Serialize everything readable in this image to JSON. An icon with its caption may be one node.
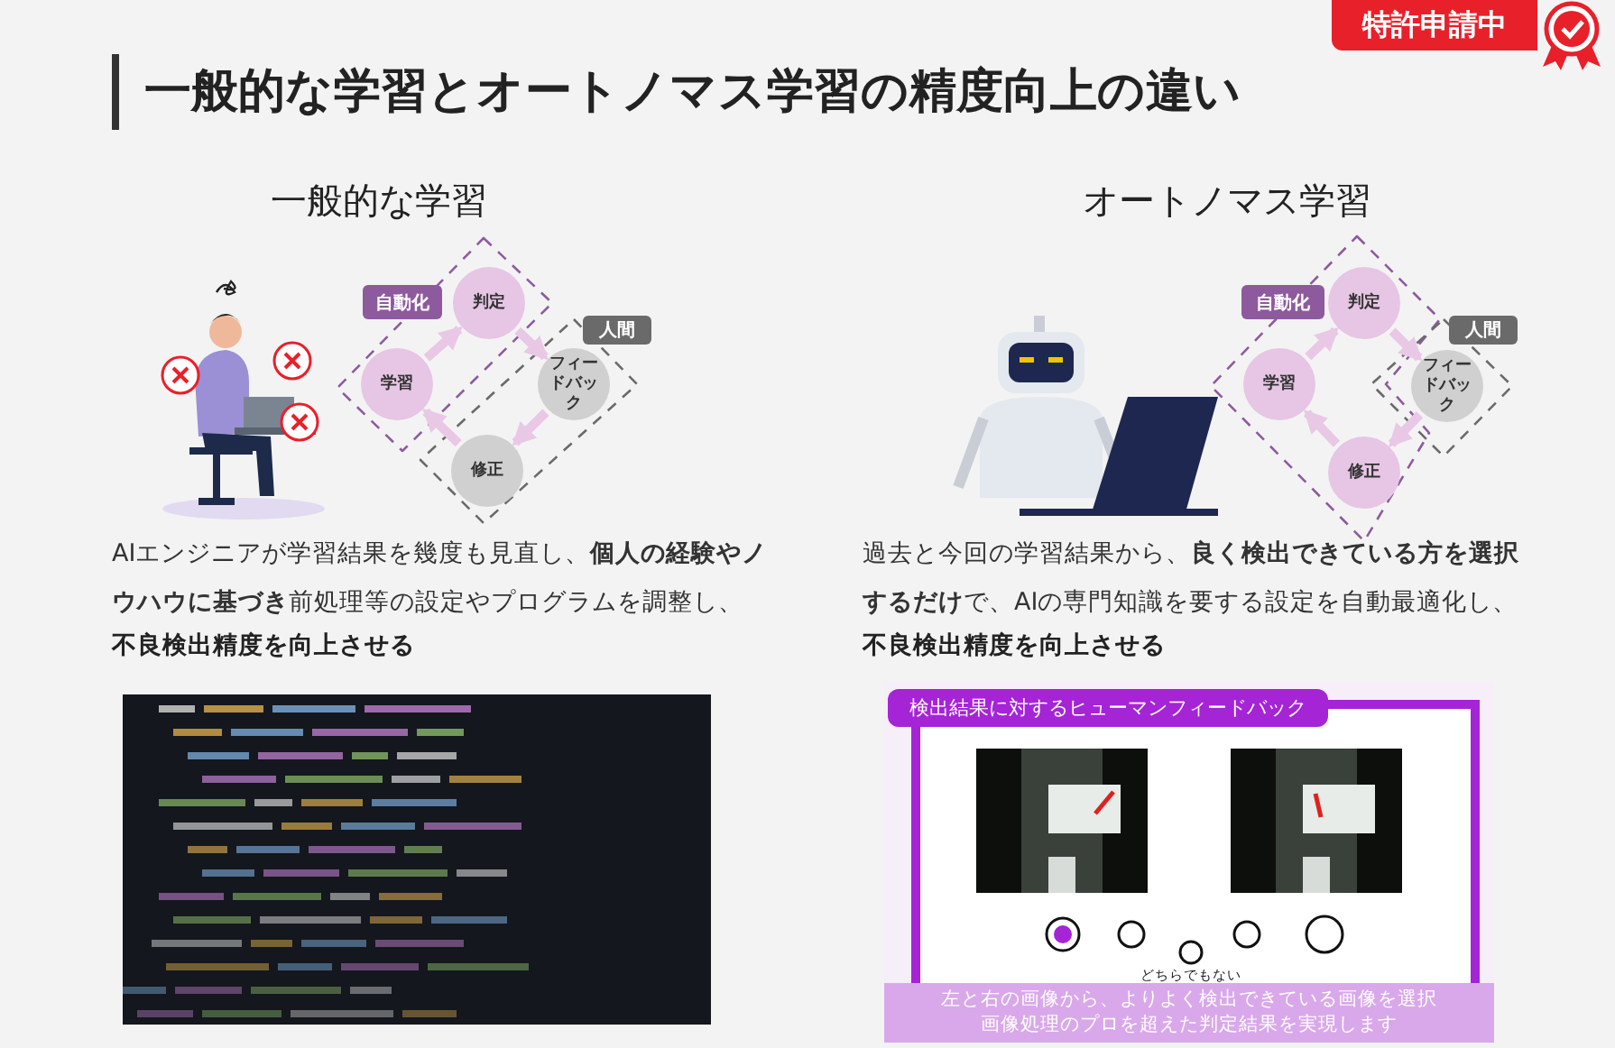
{
  "diagram": {
    "title": "一般的な学習とオートノマス学習の精度向上の違い",
    "nodes": [
      {
        "text": [
          "自動化"
        ]
      },
      {
        "text": [
          "判定"
        ],
        "in": 0
      },
      {
        "text": [
          "学習"
        ],
        "in": 0
      },
      {
        "text": [
          "人間"
        ]
      },
      {
        "text": [
          "フィードバック"
        ],
        "in": 3
      },
      {
        "text": [
          "修正"
        ],
        "in": 3
      },
      {
        "text": [
          "自動化"
        ]
      },
      {
        "text": [
          "判定"
        ],
        "in": 6
      },
      {
        "text": [
          "学習"
        ],
        "in": 6
      },
      {
        "text": [
          "修正"
        ],
        "in": 6
      },
      {
        "text": [
          "人間"
        ]
      },
      {
        "text": [
          "フィードバック"
        ],
        "in": 10
      }
    ],
    "edges": [
      {
        "from": 2,
        "to": 1,
        "arrow": "to"
      },
      {
        "from": 1,
        "to": 4,
        "arrow": "to"
      },
      {
        "from": 4,
        "to": 5,
        "arrow": "to"
      },
      {
        "from": 5,
        "to": 2,
        "arrow": "to"
      },
      {
        "from": 8,
        "to": 7,
        "arrow": "to"
      },
      {
        "from": 7,
        "to": 11,
        "arrow": "to"
      },
      {
        "from": 11,
        "to": 9,
        "arrow": "to"
      },
      {
        "from": 9,
        "to": 8,
        "arrow": "to"
      }
    ],
    "labels": [
      "特許申請中",
      "一般的な学習",
      "オートノマス学習",
      "AIエンジニアが学習結果を幾度も見直し、**個人の経験やノウハウに基づき**前処理等の設定やプログラムを調整し、",
      "不良検出精度を向上させる",
      "過去と今回の学習結果から、**良く検出できている方を選択するだけ**で、AIの専門知識を要する設定を自動最適化し、",
      "不良検出精度を向上させる",
      "検出結果に対するヒューマンフィードバック",
      "どちらでもない",
      "左と右の画像から、よりよく検出できている画像を選択",
      "画像処理のプロを超えた判定結果を実現します"
    ]
  }
}
